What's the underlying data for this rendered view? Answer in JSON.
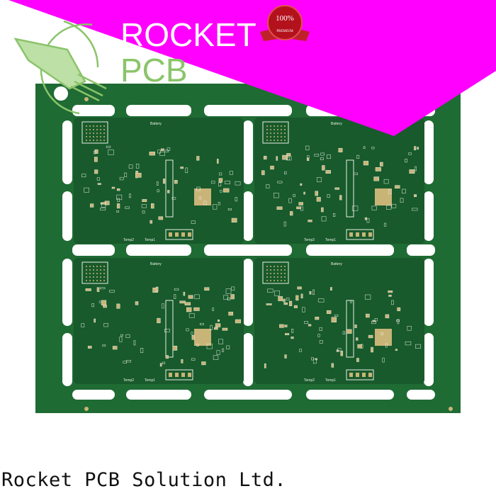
{
  "logo": {
    "line1": "ROCKET",
    "line2": "PCB",
    "badge": "100% PREMIUM QUALITY"
  },
  "caption": "Rocket PCB Solution Ltd.",
  "board": {
    "silkscreen_labels": [
      "Battery",
      "Temp2",
      "Temp1"
    ]
  },
  "colors": {
    "banner": "#ff00ff",
    "board": "#1f6b34",
    "board_dark": "#185a2b",
    "logo_green": "#8bc46a",
    "pad": "#c9b477",
    "silk": "#e8efe6"
  }
}
